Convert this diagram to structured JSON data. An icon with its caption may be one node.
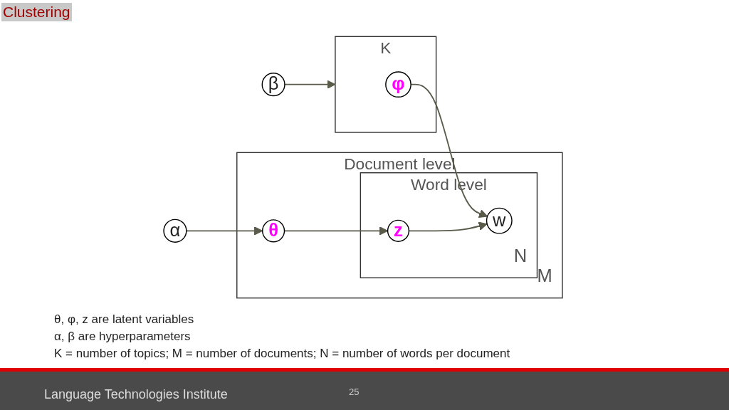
{
  "diagram": {
    "title": "Clustering",
    "nodes": [
      {
        "text": [
          "β"
        ]
      },
      {
        "text": [
          "K"
        ]
      },
      {
        "text": [
          "φ"
        ],
        "in": 1
      },
      {
        "text": [
          "Document level",
          "M"
        ]
      },
      {
        "text": [
          "Word level",
          "N"
        ],
        "in": 3
      },
      {
        "text": [
          "α"
        ]
      },
      {
        "text": [
          "θ"
        ],
        "in": 3
      },
      {
        "text": [
          "z"
        ],
        "in": 4
      },
      {
        "text": [
          "w"
        ],
        "in": 4
      }
    ],
    "edges": [
      {
        "from": 0,
        "to": 1,
        "arrow": "to"
      },
      {
        "from": 2,
        "to": 8,
        "arrow": "to"
      },
      {
        "from": 5,
        "to": 6,
        "arrow": "to"
      },
      {
        "from": 6,
        "to": 7,
        "arrow": "to"
      },
      {
        "from": 7,
        "to": 8,
        "arrow": "to"
      }
    ],
    "labels": [
      "θ, φ, z are latent variables",
      "α, β are hyperparameters",
      "K = number of topics; M = number of documents; N = number of words per document",
      "Language Technologies Institute",
      "25"
    ]
  }
}
